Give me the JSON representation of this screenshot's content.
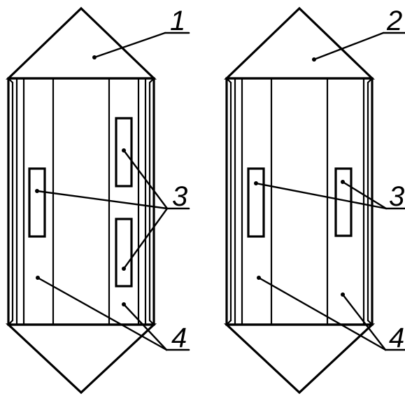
{
  "figure": {
    "callouts": {
      "one": "1",
      "two": "2",
      "three": "3",
      "four": "4"
    }
  }
}
